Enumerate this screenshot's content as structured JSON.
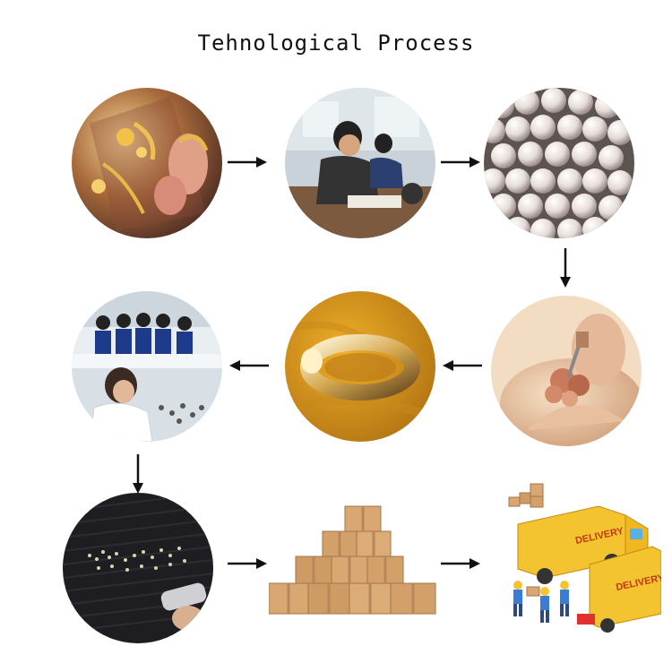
{
  "title": "Tehnological Process",
  "steps": [
    {
      "icon": "gold-jewelry-crafting-photo"
    },
    {
      "icon": "workers-at-workbench-photo"
    },
    {
      "icon": "pearls-photo"
    },
    {
      "icon": "jeweler-setting-ring-photo"
    },
    {
      "icon": "gold-ring-on-fabric-photo"
    },
    {
      "icon": "quality-inspection-team-photo"
    },
    {
      "icon": "gemstone-sorting-tray-photo"
    },
    {
      "icon": "cardboard-boxes-photo"
    },
    {
      "icon": "delivery-trucks-illustration"
    }
  ],
  "delivery_text": "DELIVERY"
}
